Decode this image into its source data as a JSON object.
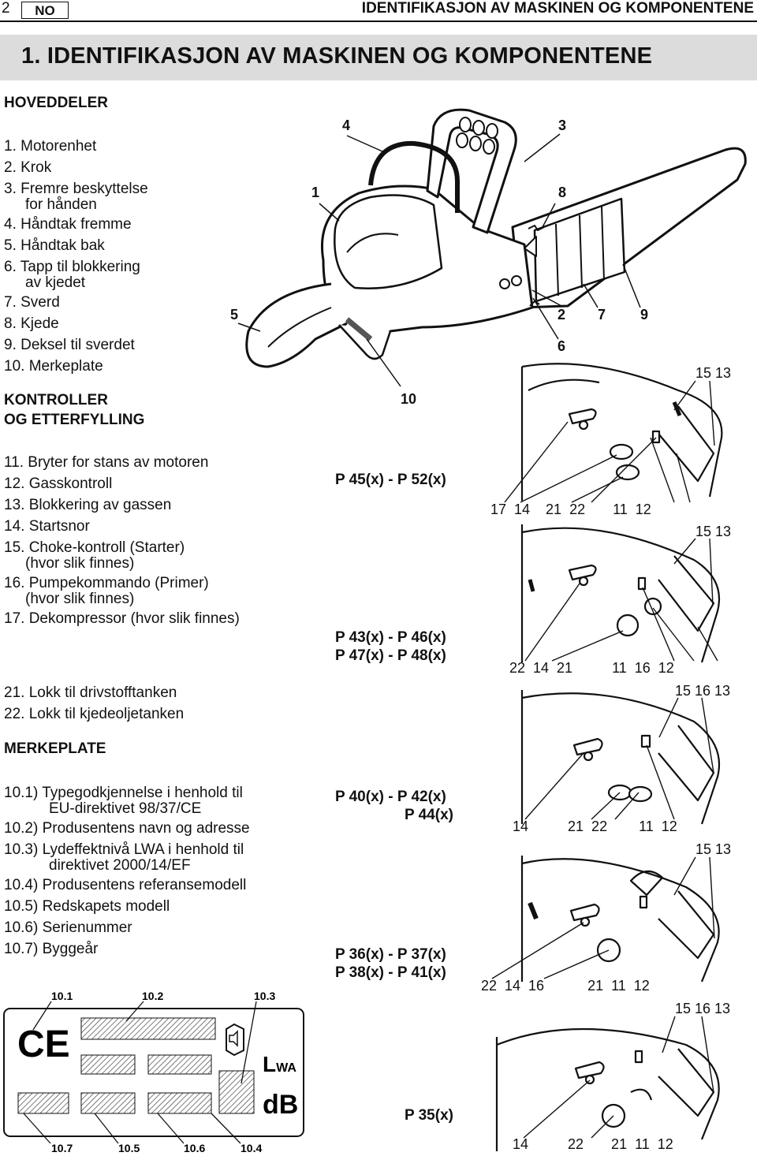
{
  "header": {
    "page_number": "2",
    "language": "NO",
    "running_title": "IDENTIFIKASJON AV MASKINEN OG KOMPONENTENE"
  },
  "section_title": "1. IDENTIFIKASJON AV MASKINEN OG KOMPONENTENE",
  "hoveddeler": {
    "heading": "HOVEDDELER",
    "items": [
      {
        "text": "1. Motorenhet"
      },
      {
        "text": "2. Krok"
      },
      {
        "text": "3. Fremre beskyttelse",
        "cont": "for hånden"
      },
      {
        "text": "4. Håndtak fremme"
      },
      {
        "text": "5. Håndtak bak"
      },
      {
        "text": "6. Tapp til blokkering",
        "cont": "av kjedet"
      },
      {
        "text": "7. Sverd"
      },
      {
        "text": "8. Kjede"
      },
      {
        "text": "9. Deksel til sverdet"
      },
      {
        "text": "10. Merkeplate"
      }
    ]
  },
  "kontroller": {
    "heading_line1": "KONTROLLER",
    "heading_line2": "OG ETTERFYLLING",
    "items": [
      {
        "text": "11. Bryter for stans av motoren"
      },
      {
        "text": "12. Gasskontroll"
      },
      {
        "text": "13. Blokkering av gassen"
      },
      {
        "text": "14. Startsnor"
      },
      {
        "text": "15. Choke-kontroll (Starter)",
        "cont": "(hvor slik finnes)"
      },
      {
        "text": "16. Pumpekommando (Primer)",
        "cont": "(hvor slik finnes)"
      },
      {
        "text": "17. Dekompressor (hvor slik finnes)"
      }
    ],
    "items2": [
      {
        "text": "21. Lokk til drivstofftanken"
      },
      {
        "text": "22. Lokk til kjedeoljetanken"
      }
    ]
  },
  "merkeplate": {
    "heading": "MERKEPLATE",
    "items": [
      {
        "text": "10.1) Typegodkjennelse i henhold til",
        "cont": "EU-direktivet 98/37/CE"
      },
      {
        "text": "10.2) Produsentens navn og adresse"
      },
      {
        "text": "10.3) Lydeffektnivå LWA i henhold til",
        "cont": "direktivet 2000/14/EF"
      },
      {
        "text": "10.4) Produsentens referansemodell"
      },
      {
        "text": "10.5) Redskapets modell"
      },
      {
        "text": "10.6) Serienummer"
      },
      {
        "text": "10.7) Byggeår"
      }
    ],
    "plate": {
      "ce_mark": "CE",
      "lwa_L": "L",
      "lwa_sub": "WA",
      "db": "dB",
      "top_labels": [
        "10.1",
        "10.2",
        "10.3"
      ],
      "bottom_labels": [
        "10.7",
        "10.5",
        "10.6",
        "10.4"
      ]
    }
  },
  "main_diagram": {
    "labels": [
      "1",
      "2",
      "3",
      "4",
      "5",
      "6",
      "7",
      "8",
      "9",
      "10"
    ]
  },
  "models": [
    {
      "line1": "P 45(x) - P 52(x)",
      "line2": "",
      "top_callout": "15 13",
      "bottom_callout": "17  14    21  22       11  12"
    },
    {
      "line1": "P 43(x) - P 46(x)",
      "line2": "P 47(x) - P 48(x)",
      "top_callout": "15 13",
      "bottom_callout": "22  14  21          11  16  12"
    },
    {
      "line1": "P 40(x) - P 42(x)",
      "line2": "P 44(x)",
      "top_callout": "15 16 13",
      "bottom_callout": "14          21  22        11  12"
    },
    {
      "line1": "P 36(x) - P 37(x)",
      "line2": "P 38(x) - P 41(x)",
      "top_callout": "15 13",
      "bottom_callout": "22  14  16           21  11  12"
    },
    {
      "line1": "P 35(x)",
      "line2": "",
      "top_callout": "15 16 13",
      "bottom_callout": "14          22       21  11  12"
    }
  ]
}
